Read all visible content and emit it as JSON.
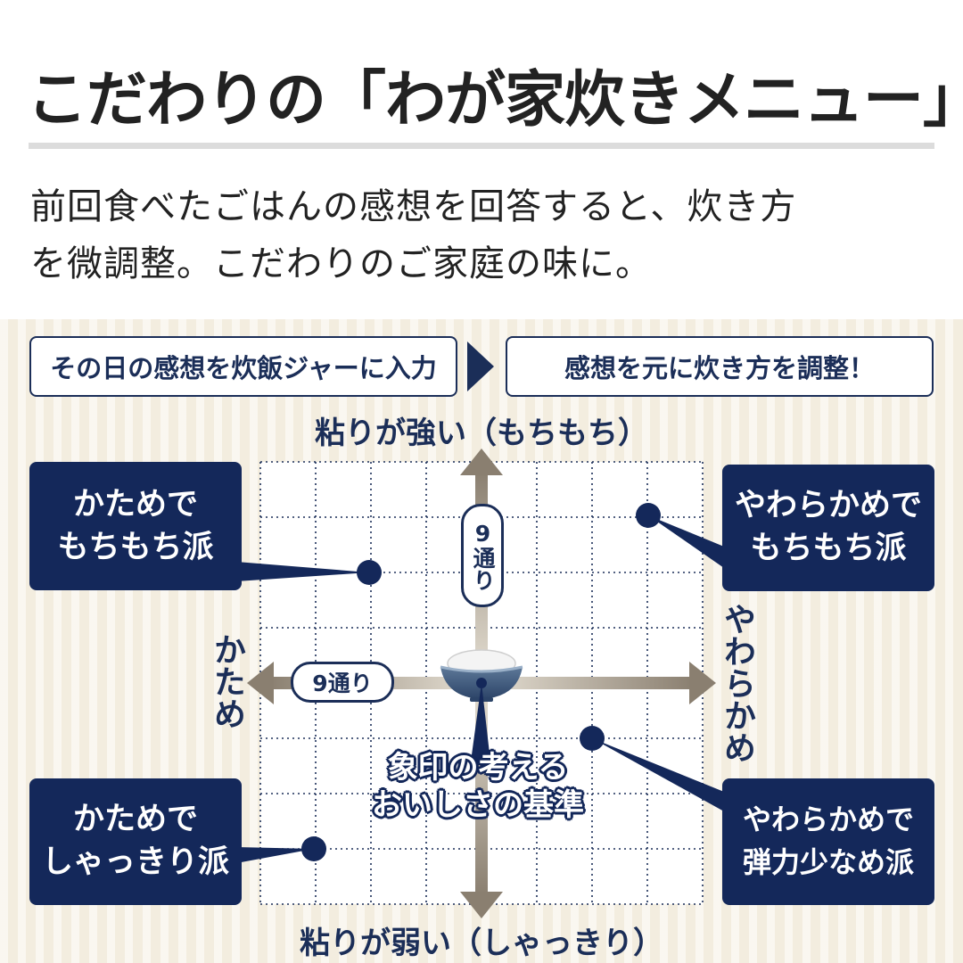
{
  "header": {
    "title": "こだわりの「わが家炊きメニュー」",
    "description_lines": [
      "前回食べたごはんの感想を回答すると、炊き方",
      "を微調整。こだわりのご家庭の味に。"
    ]
  },
  "steps": {
    "input": "その日の感想を炊飯ジャーに入力",
    "adjust": "感想を元に炊き方を調整！"
  },
  "axes": {
    "top": "粘りが強い（もちもち）",
    "bottom": "粘りが弱い（しゃっきり）",
    "left": "かため",
    "right": "やわらかめ",
    "horizontal_steps": "9通り",
    "vertical_steps": "9通り"
  },
  "categories": {
    "top_left": [
      "かためで",
      "もちもち派"
    ],
    "top_right": [
      "やわらかめで",
      "もちもち派"
    ],
    "bottom_left": [
      "かためで",
      "しゃっきり派"
    ],
    "bottom_right": [
      "やわらかめで",
      "弾力少なめ派"
    ]
  },
  "center": {
    "label": [
      "象印の考える",
      "おいしさの基準"
    ]
  },
  "colors": {
    "navy": "#14285a",
    "arrow": "#8a7f70",
    "panel": "#f3eddf",
    "grid": "#1b2e58"
  }
}
